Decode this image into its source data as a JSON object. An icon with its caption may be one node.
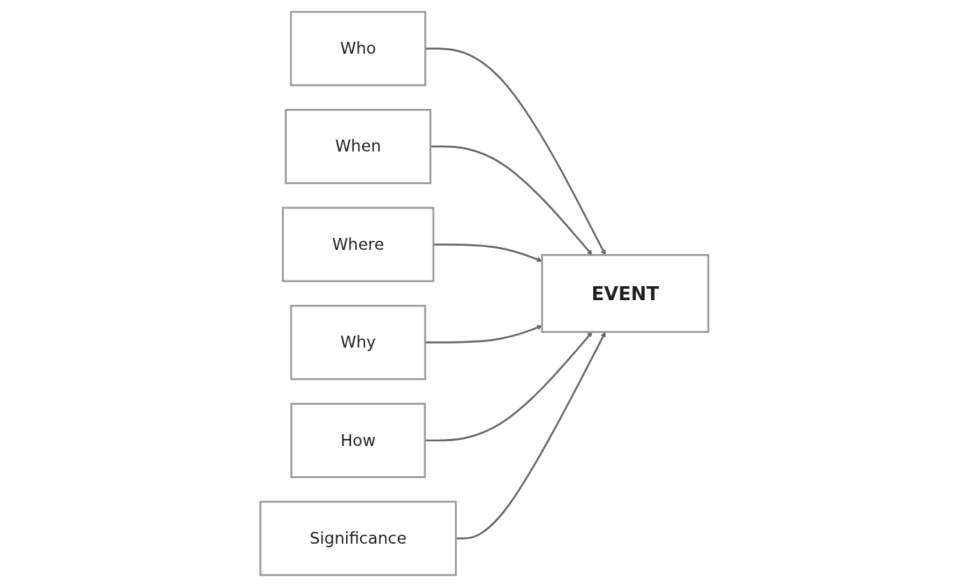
{
  "diagram": {
    "nodes": [
      {
        "text": [
          "Who"
        ]
      },
      {
        "text": [
          "When"
        ]
      },
      {
        "text": [
          "Where"
        ]
      },
      {
        "text": [
          "EVENT"
        ]
      },
      {
        "text": [
          "Why"
        ]
      },
      {
        "text": [
          "How"
        ]
      },
      {
        "text": [
          "Significance"
        ]
      }
    ],
    "edges": [
      {
        "from": 0,
        "to": 3,
        "arrow": "to"
      },
      {
        "from": 1,
        "to": 3,
        "arrow": "to"
      },
      {
        "from": 2,
        "to": 3,
        "arrow": "to"
      },
      {
        "from": 4,
        "to": 3,
        "arrow": "to"
      },
      {
        "from": 5,
        "to": 3,
        "arrow": "to"
      },
      {
        "from": 6,
        "to": 3,
        "arrow": "to"
      }
    ]
  }
}
